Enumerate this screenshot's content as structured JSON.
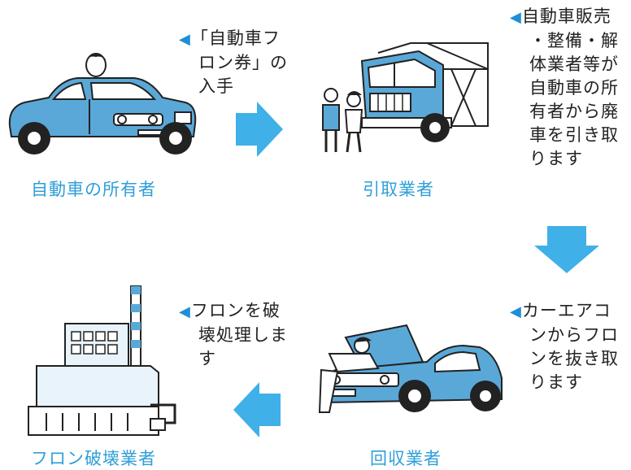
{
  "colors": {
    "label": "#2f9fd8",
    "arrow": "#3fb0e8",
    "car_body": "#5aa8d8",
    "note_marker": "#1e8fd6"
  },
  "stages": {
    "owner": "自動車の所有者",
    "collector": "引取業者",
    "recovery": "回収業者",
    "destroyer": "フロン破壊業者"
  },
  "notes": {
    "owner": [
      "「自動車フ",
      "ロン券」の",
      "入手"
    ],
    "collector": [
      "自動車販売",
      "・整備・解",
      "体業者等が",
      "自動車の所",
      "有者から廃",
      "車を引き取",
      "ります"
    ],
    "recovery": [
      "カーエアコ",
      "ンからフロ",
      "ンを抜き取",
      "ります"
    ],
    "destroyer": [
      "フロンを破",
      "壊処理しま",
      "す"
    ]
  },
  "icons": {
    "note_marker": "left-triangle",
    "flow_arrows": [
      "arrow-right",
      "arrow-down",
      "arrow-left"
    ]
  }
}
